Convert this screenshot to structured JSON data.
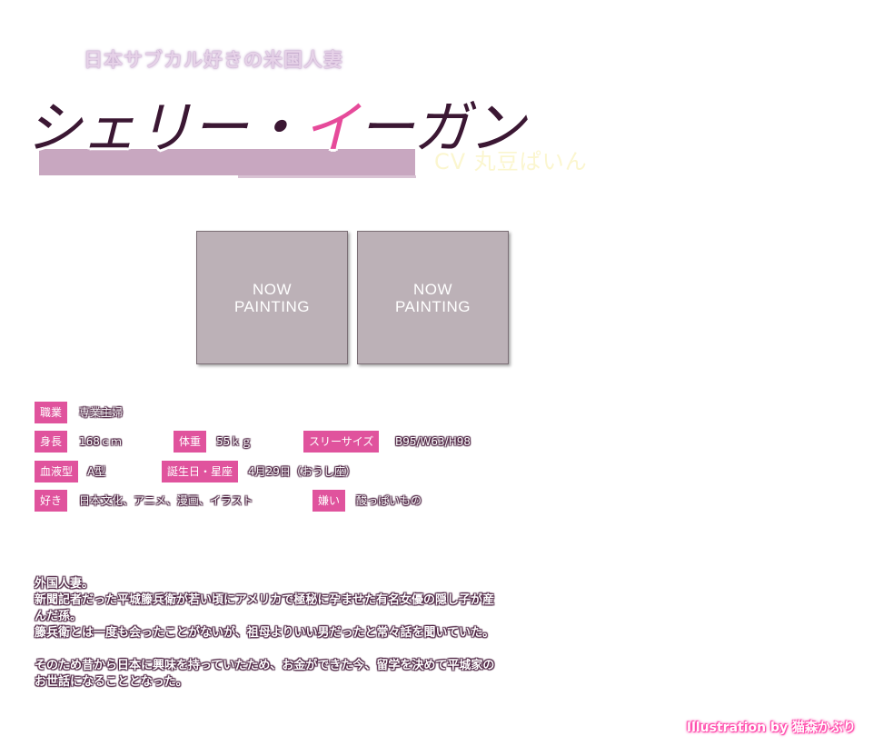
{
  "header": {
    "tagline": "日本サブカル好きの米国人妻",
    "name_part1": "シェリー・",
    "name_part2": "イ",
    "name_part3": "ーガン",
    "cv": "CV 丸豆ぱいん"
  },
  "images": [
    {
      "label": "NOW\nPAINTING"
    },
    {
      "label": "NOW\nPAINTING"
    }
  ],
  "profile": {
    "occupation": {
      "label": "職業",
      "value": "専業主婦"
    },
    "height": {
      "label": "身長",
      "value": "168ｃｍ"
    },
    "weight": {
      "label": "体重",
      "value": "55ｋｇ"
    },
    "three_size": {
      "label": "スリーサイズ",
      "value": "B95/W63/H98"
    },
    "blood": {
      "label": "血液型",
      "value": "A型"
    },
    "birthday": {
      "label": "誕生日・星座",
      "value": "4月29日（おうし座）"
    },
    "likes": {
      "label": "好き",
      "value": "日本文化、アニメ、漫画、イラスト"
    },
    "dislikes": {
      "label": "嫌い",
      "value": "酸っぱいもの"
    }
  },
  "description": {
    "lines": [
      "外国人妻。",
      "新聞記者だった平城籐兵衛が若い頃にアメリカで極秘に孕ませた有名女優の隠し子が産んだ孫。",
      "籐兵衛とは一度も会ったことがないが、祖母よりいい男だったと常々話を聞いていた。"
    ],
    "lines2": [
      "そのため昔から日本に興味を持っていたため、お金ができた今、留学を決めて平城家のお世話になることとなった。"
    ]
  },
  "credit": "Illustration by 猫森かぶり",
  "colors": {
    "tag_bg": "#e0539d",
    "band": "#c8a7c0",
    "name_dark": "#3b1733",
    "name_accent": "#e64a9a",
    "placeholder": "#bcb1b7"
  }
}
